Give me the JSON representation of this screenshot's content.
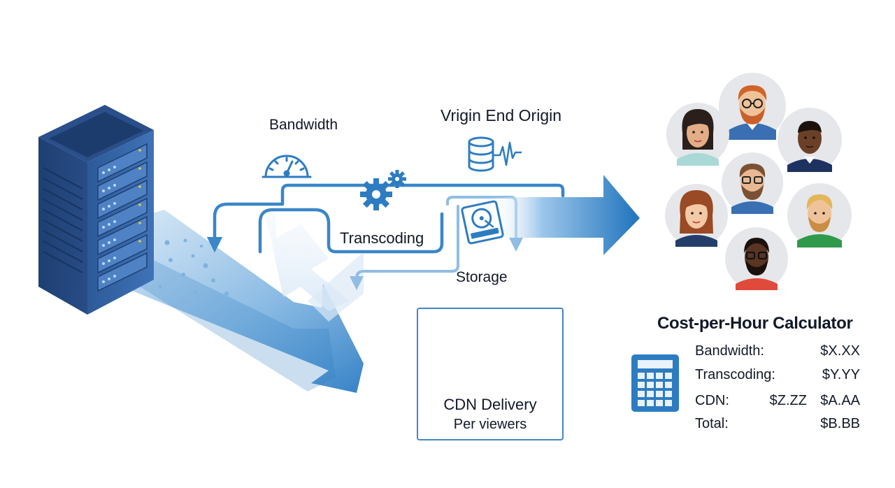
{
  "labels": {
    "bandwidth": "Bandwidth",
    "origin": "Vrigin End Origin",
    "transcoding": "Transcoding",
    "storage": "Storage"
  },
  "cdn": {
    "title": "CDN Delivery",
    "subtitle": "Per viewers"
  },
  "calculator": {
    "title": "Cost-per-Hour Calculator",
    "rows": [
      {
        "label": "Bandwidth:",
        "value": "$X.XX"
      },
      {
        "label": "Transcoding:",
        "value": "$Y.YY"
      },
      {
        "label": "CDN:",
        "value": "$Z.ZZ",
        "value2": "$A.AA"
      },
      {
        "label": "Total:",
        "value": "$B.BB"
      }
    ]
  },
  "colors": {
    "primary_blue": "#2d7cc1",
    "dark_blue": "#1f4f8f",
    "rack_blue": "#2f5d9c",
    "light_blue": "#d6e8f7"
  },
  "icons": {
    "server": "server-rack-icon",
    "gauge": "speedometer-icon",
    "gears": "gears-icon",
    "database": "database-icon",
    "hard_drive": "hard-drive-icon",
    "globe": "globe-icon",
    "calculator": "calculator-icon"
  }
}
